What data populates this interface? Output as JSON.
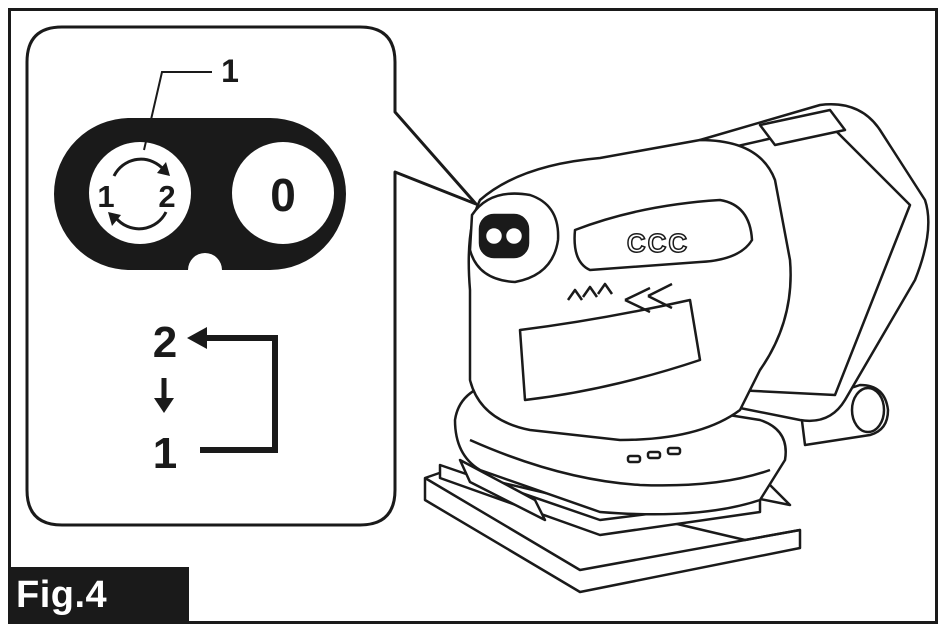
{
  "figure": {
    "label": "Fig.4"
  },
  "callout": {
    "number": "1",
    "switch_left_labels": [
      "1",
      "2"
    ],
    "switch_right_label": "0",
    "sequence": {
      "top": "2",
      "bottom": "1"
    }
  },
  "tool": {
    "handle_mark": "CCC"
  },
  "colors": {
    "ink": "#1a1a1a",
    "paper": "#ffffff"
  }
}
